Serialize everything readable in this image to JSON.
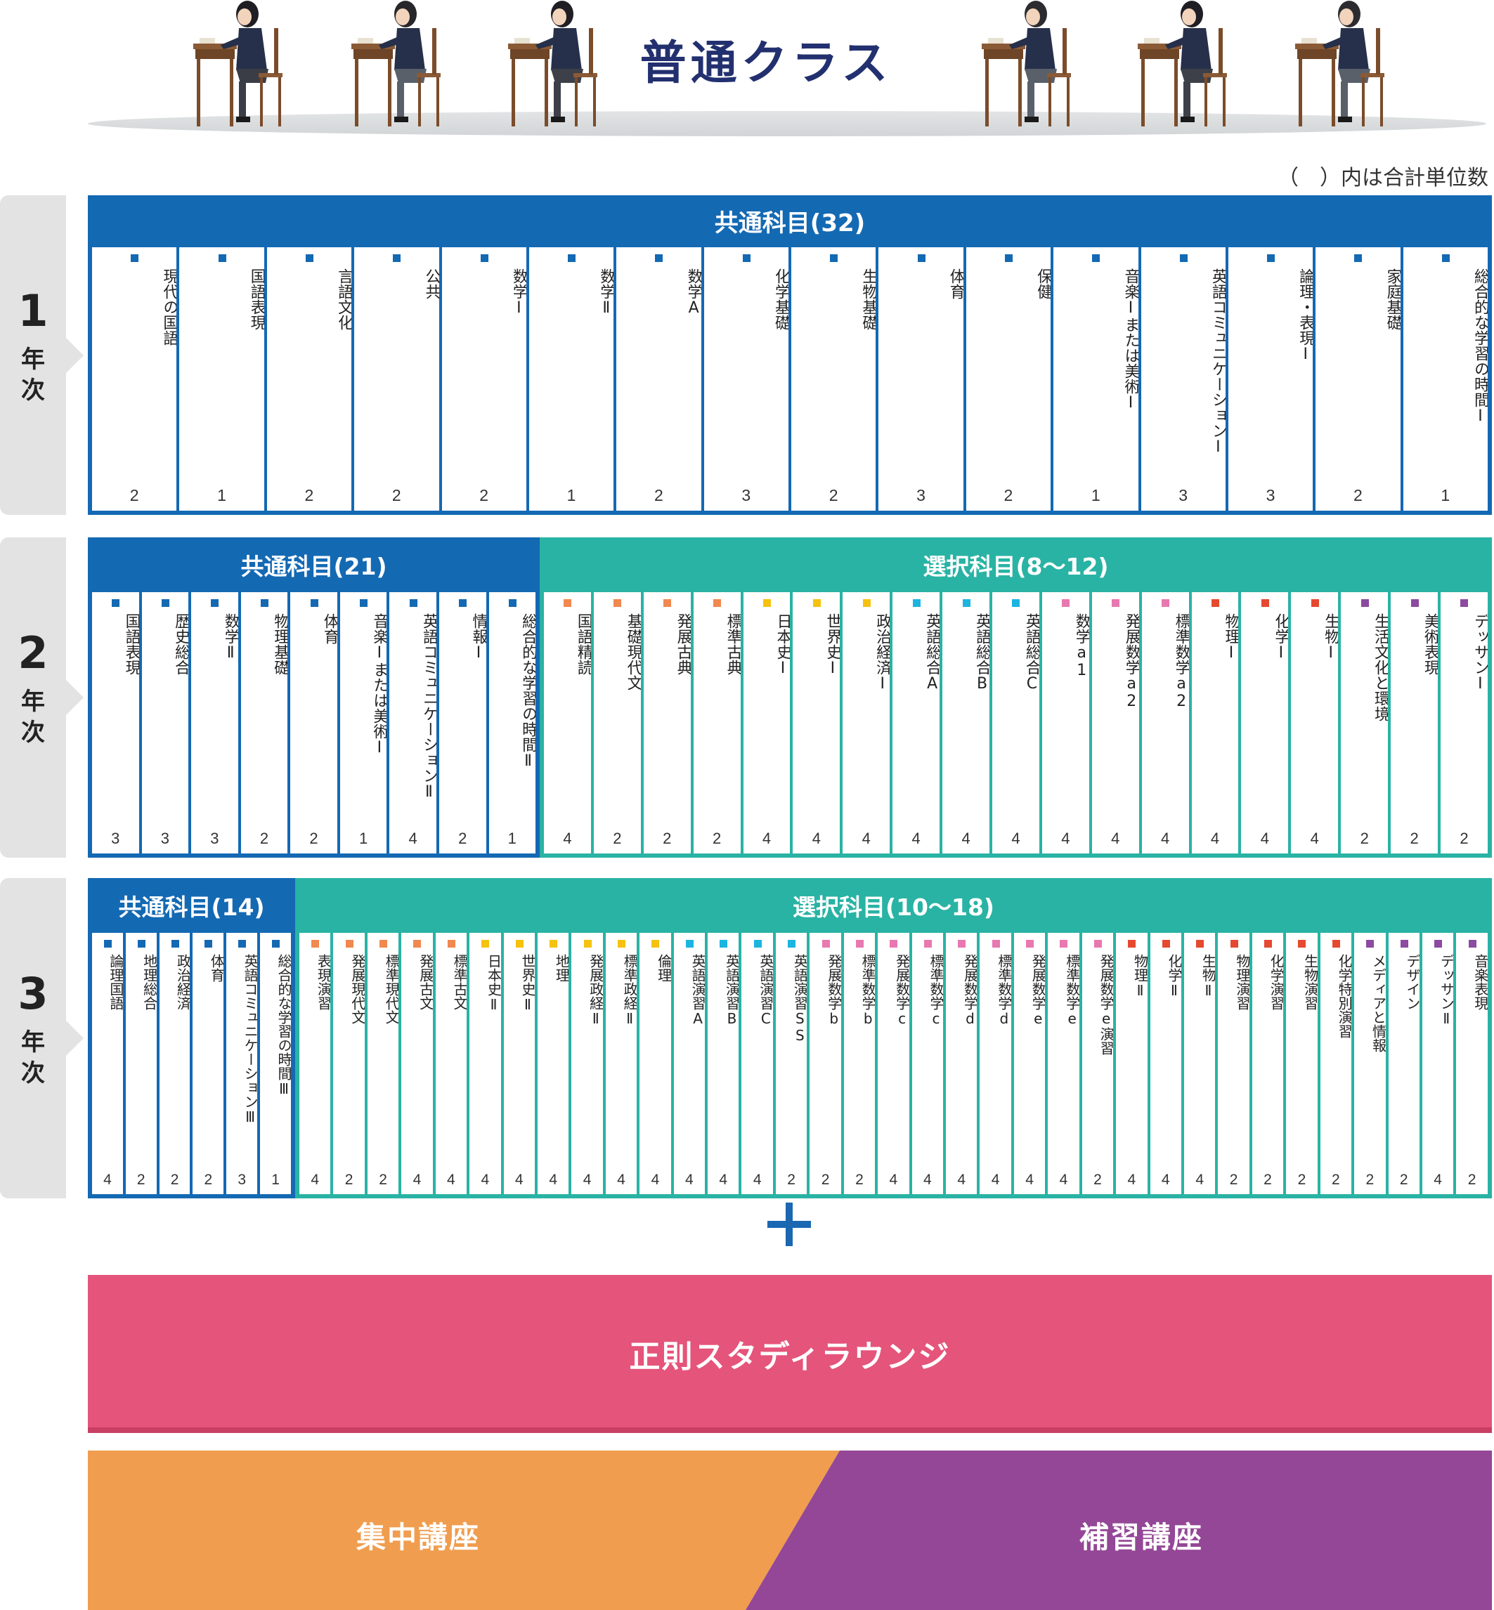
{
  "header": {
    "title": "普通クラス",
    "note": "（　）内は合計単位数"
  },
  "colors": {
    "blue": "#1469b3",
    "teal": "#29b3a4",
    "marker_blue": "#1469b3",
    "marker_orange": "#f0884f",
    "marker_yellow": "#f6c20f",
    "marker_cyan": "#1bb5e0",
    "marker_pink": "#e878b0",
    "marker_red": "#e5492f",
    "marker_purple": "#8c4aa0",
    "lounge": "#e5547a",
    "intensive": "#f09d4f",
    "supplementary": "#944796",
    "plus": "#1b67b2"
  },
  "years": [
    {
      "num": "1",
      "ch1": "年",
      "ch2": "次",
      "groups": [
        {
          "title": "共通科目(32)",
          "color": "blue",
          "subjects": [
            {
              "name": "現代の国語",
              "credits": "2",
              "marker": "blue"
            },
            {
              "name": "国語表現",
              "credits": "1",
              "marker": "blue"
            },
            {
              "name": "言語文化",
              "credits": "2",
              "marker": "blue"
            },
            {
              "name": "公共",
              "credits": "2",
              "marker": "blue"
            },
            {
              "name": "数学Ⅰ",
              "credits": "2",
              "marker": "blue"
            },
            {
              "name": "数学Ⅱ",
              "credits": "1",
              "marker": "blue"
            },
            {
              "name": "数学A",
              "credits": "2",
              "marker": "blue"
            },
            {
              "name": "化学基礎",
              "credits": "3",
              "marker": "blue"
            },
            {
              "name": "生物基礎",
              "credits": "2",
              "marker": "blue"
            },
            {
              "name": "体育",
              "credits": "3",
              "marker": "blue"
            },
            {
              "name": "保健",
              "credits": "2",
              "marker": "blue"
            },
            {
              "name": "音楽Ⅰまたは美術Ⅰ",
              "credits": "1",
              "marker": "blue"
            },
            {
              "name": "英語コミュニケーションⅠ",
              "credits": "3",
              "marker": "blue"
            },
            {
              "name": "論理・表現Ⅰ",
              "credits": "3",
              "marker": "blue"
            },
            {
              "name": "家庭基礎",
              "credits": "2",
              "marker": "blue"
            },
            {
              "name": "総合的な学習の時間Ⅰ",
              "credits": "1",
              "marker": "blue"
            }
          ]
        }
      ]
    },
    {
      "num": "2",
      "ch1": "年",
      "ch2": "次",
      "groups": [
        {
          "title": "共通科目(21)",
          "color": "blue",
          "subjects": [
            {
              "name": "国語表現",
              "credits": "3",
              "marker": "blue"
            },
            {
              "name": "歴史総合",
              "credits": "3",
              "marker": "blue"
            },
            {
              "name": "数学Ⅱ",
              "credits": "3",
              "marker": "blue"
            },
            {
              "name": "物理基礎",
              "credits": "2",
              "marker": "blue"
            },
            {
              "name": "体育",
              "credits": "2",
              "marker": "blue"
            },
            {
              "name": "音楽Ⅰまたは美術Ⅰ",
              "credits": "1",
              "marker": "blue"
            },
            {
              "name": "英語コミュニケーションⅡ",
              "credits": "4",
              "marker": "blue"
            },
            {
              "name": "情報Ⅰ",
              "credits": "2",
              "marker": "blue"
            },
            {
              "name": "総合的な学習の時間Ⅱ",
              "credits": "1",
              "marker": "blue"
            }
          ]
        },
        {
          "title": "選択科目(8〜12)",
          "color": "teal",
          "subjects": [
            {
              "name": "国語精読",
              "credits": "4",
              "marker": "orange"
            },
            {
              "name": "基礎現代文",
              "credits": "2",
              "marker": "orange"
            },
            {
              "name": "発展古典",
              "credits": "2",
              "marker": "orange"
            },
            {
              "name": "標準古典",
              "credits": "2",
              "marker": "orange"
            },
            {
              "name": "日本史Ⅰ",
              "credits": "4",
              "marker": "yellow"
            },
            {
              "name": "世界史Ⅰ",
              "credits": "4",
              "marker": "yellow"
            },
            {
              "name": "政治経済Ⅰ",
              "credits": "4",
              "marker": "yellow"
            },
            {
              "name": "英語総合A",
              "credits": "4",
              "marker": "cyan"
            },
            {
              "name": "英語総合B",
              "credits": "4",
              "marker": "cyan"
            },
            {
              "name": "英語総合C",
              "credits": "4",
              "marker": "cyan"
            },
            {
              "name": "数学a1",
              "credits": "4",
              "marker": "pink"
            },
            {
              "name": "発展数学a2",
              "credits": "4",
              "marker": "pink"
            },
            {
              "name": "標準数学a2",
              "credits": "4",
              "marker": "pink"
            },
            {
              "name": "物理Ⅰ",
              "credits": "4",
              "marker": "red"
            },
            {
              "name": "化学Ⅰ",
              "credits": "4",
              "marker": "red"
            },
            {
              "name": "生物Ⅰ",
              "credits": "4",
              "marker": "red"
            },
            {
              "name": "生活文化と環境",
              "credits": "2",
              "marker": "purple"
            },
            {
              "name": "美術表現",
              "credits": "2",
              "marker": "purple"
            },
            {
              "name": "デッサンⅠ",
              "credits": "2",
              "marker": "purple"
            }
          ]
        }
      ]
    },
    {
      "num": "3",
      "ch1": "年",
      "ch2": "次",
      "groups": [
        {
          "title": "共通科目(14)",
          "color": "blue",
          "subjects": [
            {
              "name": "論理国語",
              "credits": "4",
              "marker": "blue"
            },
            {
              "name": "地理総合",
              "credits": "2",
              "marker": "blue"
            },
            {
              "name": "政治経済",
              "credits": "2",
              "marker": "blue"
            },
            {
              "name": "体育",
              "credits": "2",
              "marker": "blue"
            },
            {
              "name": "英語コミュニケーションⅢ",
              "credits": "3",
              "marker": "blue"
            },
            {
              "name": "総合的な学習の時間Ⅲ",
              "credits": "1",
              "marker": "blue"
            }
          ]
        },
        {
          "title": "選択科目(10〜18)",
          "color": "teal",
          "subjects": [
            {
              "name": "表現演習",
              "credits": "4",
              "marker": "orange"
            },
            {
              "name": "発展現代文",
              "credits": "2",
              "marker": "orange"
            },
            {
              "name": "標準現代文",
              "credits": "2",
              "marker": "orange"
            },
            {
              "name": "発展古文",
              "credits": "4",
              "marker": "orange"
            },
            {
              "name": "標準古文",
              "credits": "4",
              "marker": "orange"
            },
            {
              "name": "日本史Ⅱ",
              "credits": "4",
              "marker": "yellow"
            },
            {
              "name": "世界史Ⅱ",
              "credits": "4",
              "marker": "yellow"
            },
            {
              "name": "地理",
              "credits": "4",
              "marker": "yellow"
            },
            {
              "name": "発展政経Ⅱ",
              "credits": "4",
              "marker": "yellow"
            },
            {
              "name": "標準政経Ⅱ",
              "credits": "4",
              "marker": "yellow"
            },
            {
              "name": "倫理",
              "credits": "4",
              "marker": "yellow"
            },
            {
              "name": "英語演習A",
              "credits": "4",
              "marker": "cyan"
            },
            {
              "name": "英語演習B",
              "credits": "4",
              "marker": "cyan"
            },
            {
              "name": "英語演習C",
              "credits": "4",
              "marker": "cyan"
            },
            {
              "name": "英語演習SS",
              "credits": "2",
              "marker": "cyan"
            },
            {
              "name": "発展数学b",
              "credits": "2",
              "marker": "pink"
            },
            {
              "name": "標準数学b",
              "credits": "2",
              "marker": "pink"
            },
            {
              "name": "発展数学c",
              "credits": "4",
              "marker": "pink"
            },
            {
              "name": "標準数学c",
              "credits": "4",
              "marker": "pink"
            },
            {
              "name": "発展数学d",
              "credits": "4",
              "marker": "pink"
            },
            {
              "name": "標準数学d",
              "credits": "4",
              "marker": "pink"
            },
            {
              "name": "発展数学e",
              "credits": "4",
              "marker": "pink"
            },
            {
              "name": "標準数学e",
              "credits": "4",
              "marker": "pink"
            },
            {
              "name": "発展数学e演習",
              "credits": "2",
              "marker": "pink"
            },
            {
              "name": "物理Ⅱ",
              "credits": "4",
              "marker": "red"
            },
            {
              "name": "化学Ⅱ",
              "credits": "4",
              "marker": "red"
            },
            {
              "name": "生物Ⅱ",
              "credits": "4",
              "marker": "red"
            },
            {
              "name": "物理演習",
              "credits": "2",
              "marker": "red"
            },
            {
              "name": "化学演習",
              "credits": "2",
              "marker": "red"
            },
            {
              "name": "生物演習",
              "credits": "2",
              "marker": "red"
            },
            {
              "name": "化学特別演習",
              "credits": "2",
              "marker": "red"
            },
            {
              "name": "メディアと情報",
              "credits": "2",
              "marker": "purple"
            },
            {
              "name": "デザイン",
              "credits": "2",
              "marker": "purple"
            },
            {
              "name": "デッサンⅡ",
              "credits": "4",
              "marker": "purple"
            },
            {
              "name": "音楽表現",
              "credits": "2",
              "marker": "purple"
            }
          ]
        }
      ]
    }
  ],
  "lounge": "正則スタディラウンジ",
  "intensive": "集中講座",
  "supplementary": "補習講座"
}
